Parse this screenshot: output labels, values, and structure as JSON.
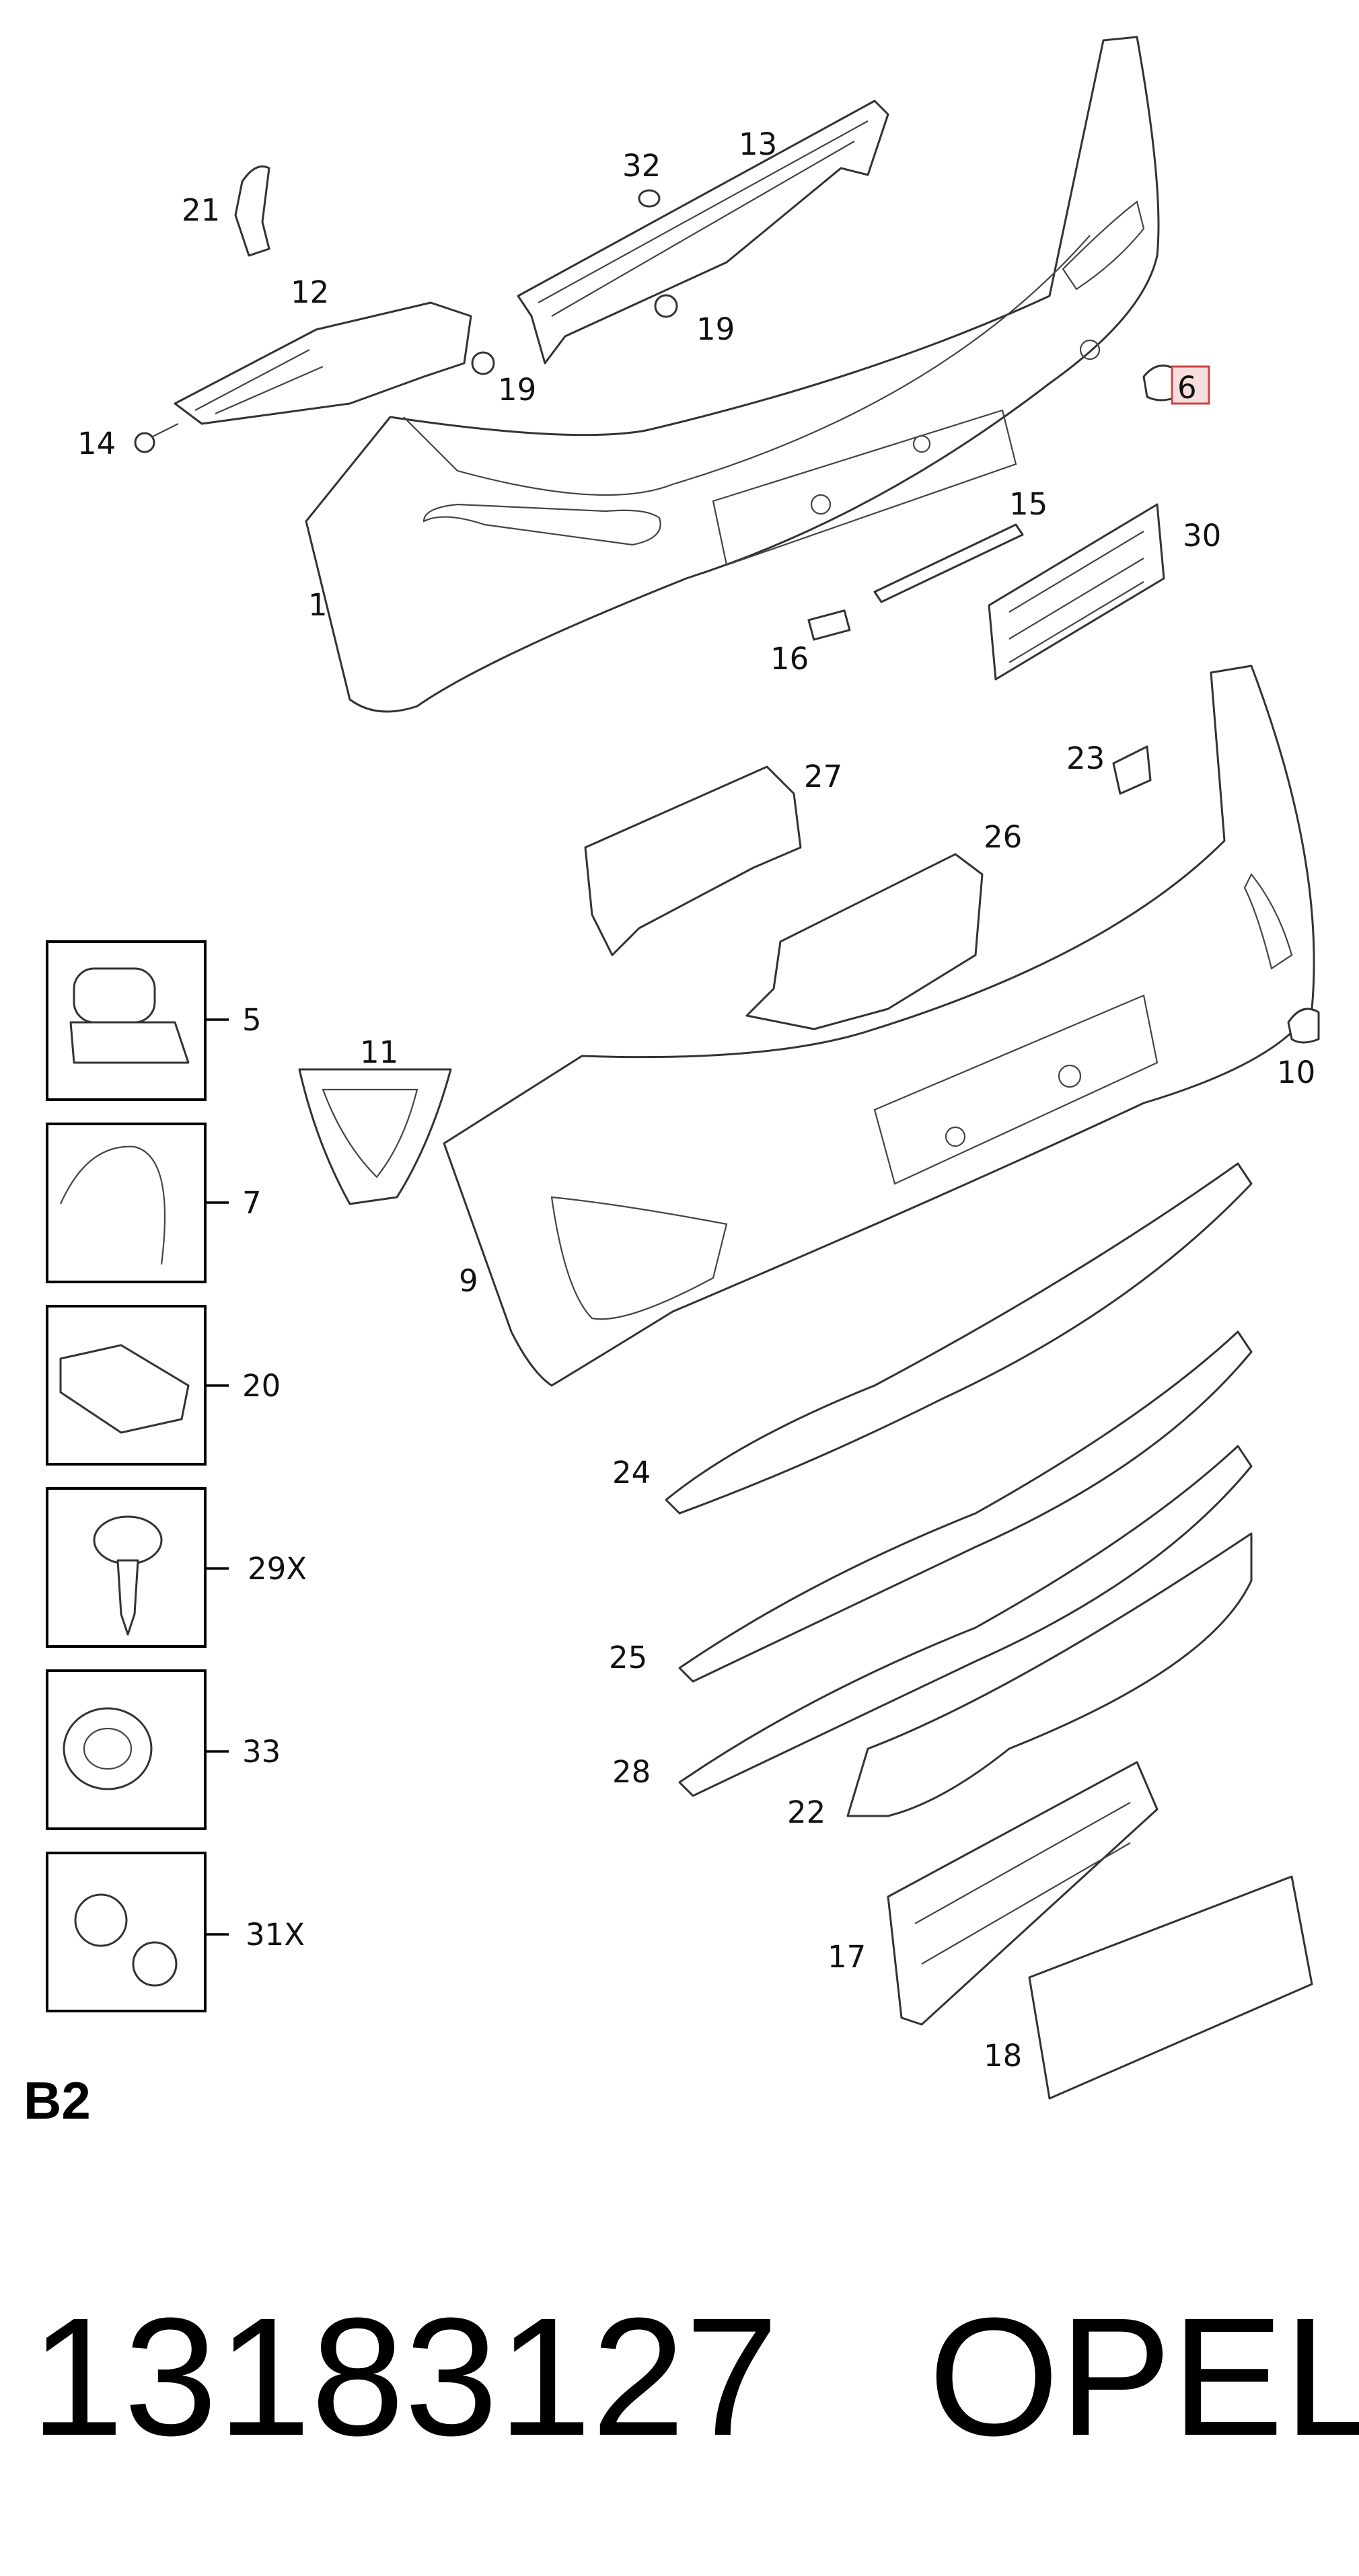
{
  "diagram": {
    "section_code": "B2",
    "part_number": "13183127",
    "brand": "OPEL",
    "highlighted_callout": "6",
    "callouts": [
      "1",
      "6",
      "9",
      "10",
      "11",
      "12",
      "13",
      "14",
      "15",
      "16",
      "17",
      "18",
      "19",
      "19",
      "21",
      "22",
      "23",
      "24",
      "25",
      "26",
      "27",
      "28",
      "30",
      "32"
    ],
    "legend_items": [
      {
        "label": "5",
        "icon": "spring-nut-icon"
      },
      {
        "label": "7",
        "icon": "wire-clip-icon"
      },
      {
        "label": "20",
        "icon": "retainer-clip-icon"
      },
      {
        "label": "29X",
        "icon": "self-tapping-screw-icon"
      },
      {
        "label": "33",
        "icon": "grommet-icon"
      },
      {
        "label": "31X",
        "icon": "torx-bolt-icon"
      }
    ]
  }
}
